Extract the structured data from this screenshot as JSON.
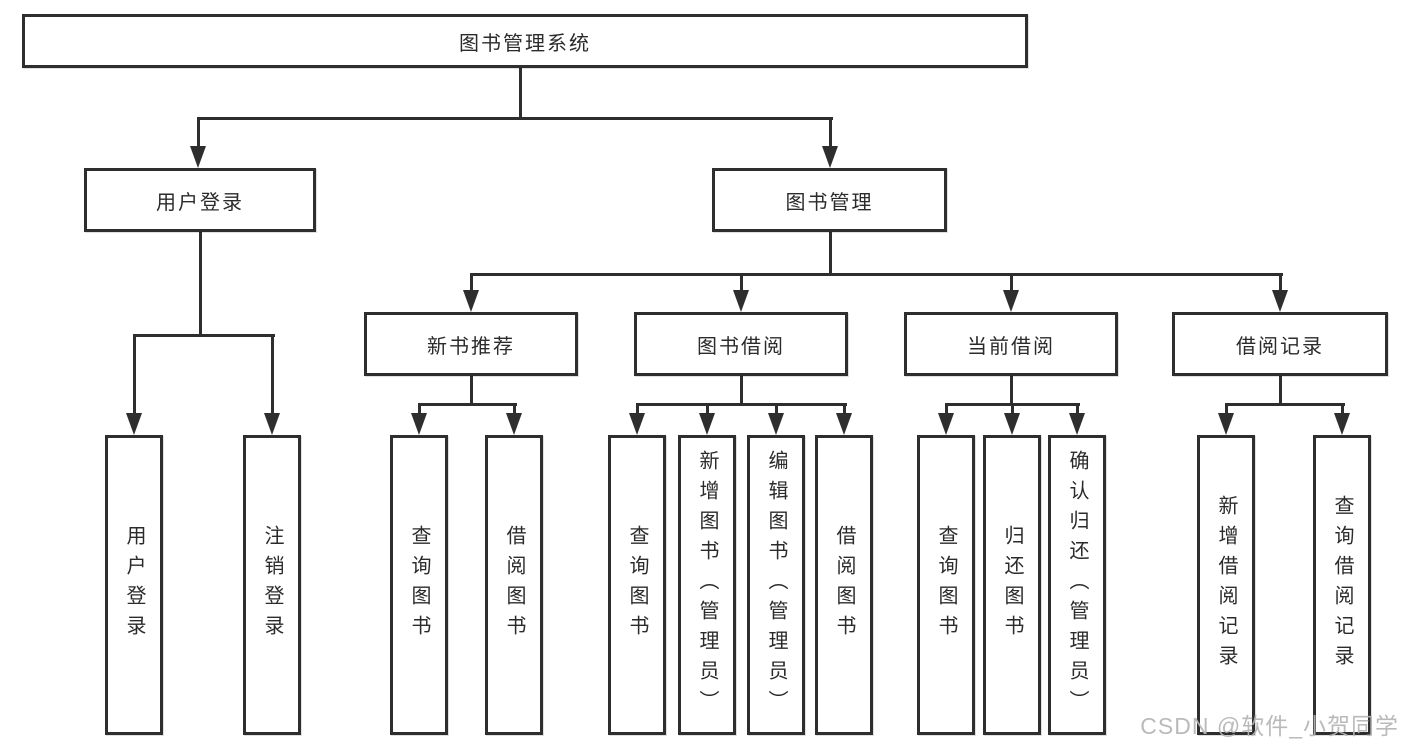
{
  "diagram": {
    "root": {
      "label": "图书管理系统"
    },
    "branches": [
      {
        "label": "用户登录",
        "children": [
          {
            "label": "用户登录"
          },
          {
            "label": "注销登录"
          }
        ]
      },
      {
        "label": "图书管理",
        "children": [
          {
            "label": "新书推荐",
            "children": [
              {
                "label": "查询图书"
              },
              {
                "label": "借阅图书"
              }
            ]
          },
          {
            "label": "图书借阅",
            "children": [
              {
                "label": "查询图书"
              },
              {
                "label": "新增图书（管理员）"
              },
              {
                "label": "编辑图书（管理员）"
              },
              {
                "label": "借阅图书"
              }
            ]
          },
          {
            "label": "当前借阅",
            "children": [
              {
                "label": "查询图书"
              },
              {
                "label": "归还图书"
              },
              {
                "label": "确认归还（管理员）"
              }
            ]
          },
          {
            "label": "借阅记录",
            "children": [
              {
                "label": "新增借阅记录"
              },
              {
                "label": "查询借阅记录"
              }
            ]
          }
        ]
      }
    ]
  },
  "watermark": {
    "text": "CSDN @软件_小贺同学"
  },
  "colors": {
    "line": "#2e2e2e",
    "box_border": "#2e2e2e",
    "text": "#2b2b2b",
    "watermark": "#b5b5b5",
    "background": "#ffffff"
  }
}
